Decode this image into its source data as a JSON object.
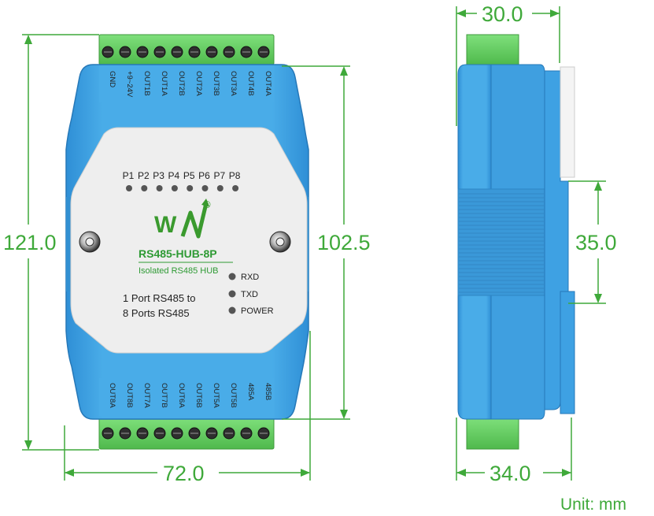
{
  "dimensions": {
    "front_height": "121.0",
    "face_height": "102.5",
    "front_width": "72.0",
    "side_top_width": "30.0",
    "side_bottom_width": "34.0",
    "rail_height": "35.0"
  },
  "unit_label": "Unit: mm",
  "top_terminals": [
    "GND",
    "+9~24V",
    "OUT1B",
    "OUT1A",
    "OUT2B",
    "OUT2A",
    "OUT3B",
    "OUT3A",
    "OUT4B",
    "OUT4A"
  ],
  "bottom_terminals": [
    "OUT8A",
    "OUT8B",
    "OUT7A",
    "OUT7B",
    "OUT6A",
    "OUT6B",
    "OUT5A",
    "OUT5B",
    "485A",
    "485B"
  ],
  "ports": [
    "P1",
    "P2",
    "P3",
    "P4",
    "P5",
    "P6",
    "P7",
    "P8"
  ],
  "logo_text": "W",
  "logo_mark": "®",
  "model": "RS485-HUB-8P",
  "subtitle": "Isolated RS485 HUB",
  "description_line1": "1 Port RS485 to",
  "description_line2": "8 Ports RS485",
  "indicators": [
    "RXD",
    "TXD",
    "POWER"
  ],
  "colors": {
    "dimension_green": "#3fa93a",
    "case_blue": "#3ea1e3",
    "terminal_green": "#6ed36b",
    "panel_gray": "#eeeeee"
  }
}
